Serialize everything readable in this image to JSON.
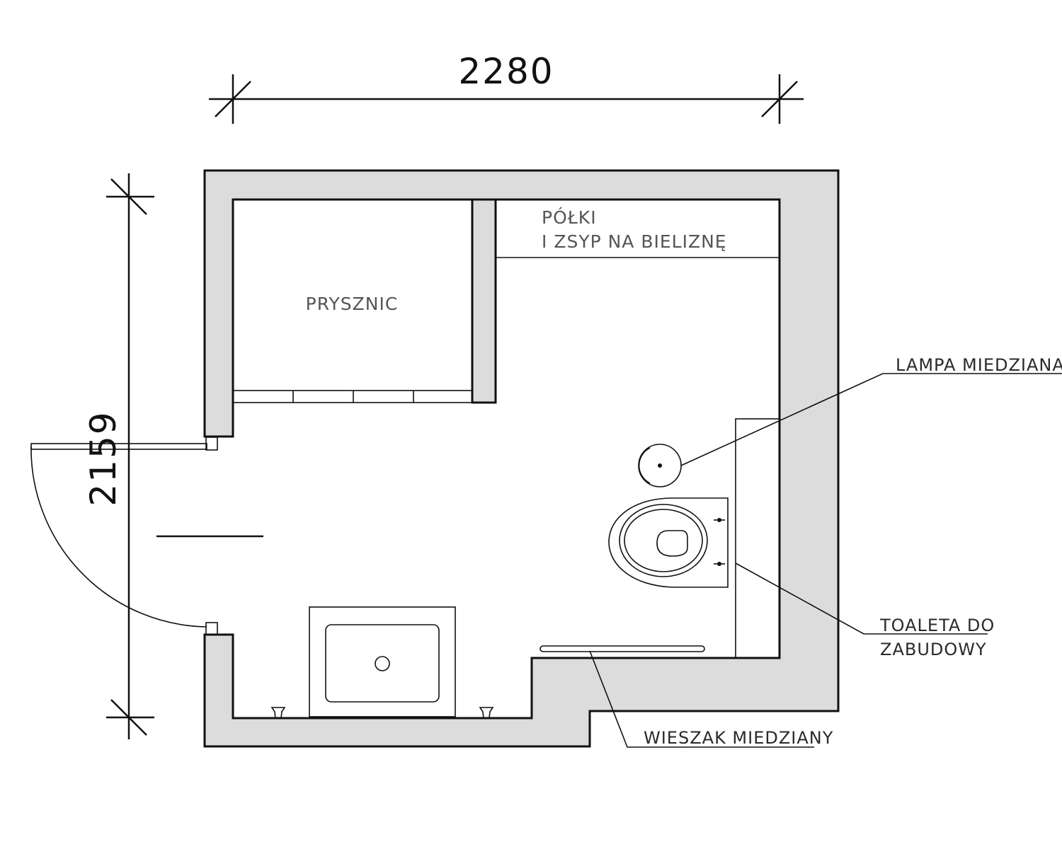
{
  "dimensions": {
    "width": "2280",
    "height": "2159"
  },
  "labels": {
    "shelves_line1": "PÓŁKI",
    "shelves_line2": "I ZSYP NA BIELIZNĘ",
    "shower": "PRYSZNIC",
    "lamp": "LAMPA MIEDZIANA",
    "toilet_line1": "TOALETA DO",
    "toilet_line2": "ZABUDOWY",
    "hanger": "WIESZAK MIEDZIANY"
  },
  "colors": {
    "wall_fill": "#dcdcdc",
    "line": "#111111"
  }
}
